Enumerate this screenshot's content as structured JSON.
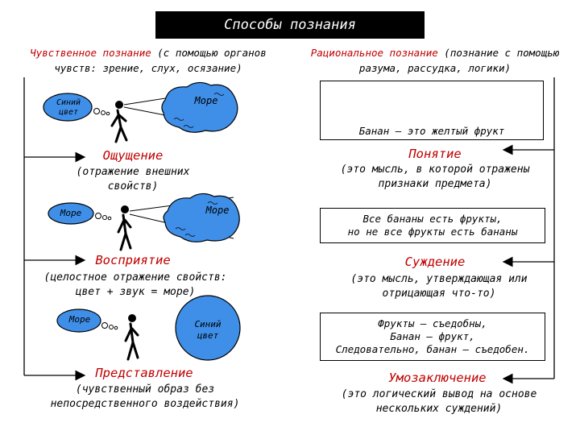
{
  "title": "Способы познания",
  "left": {
    "header_term": "Чувственное познание",
    "header_rest": " (с помощью органов чувств: зрение, слух, осязание)",
    "scene1": {
      "bubble": "Синий цвет",
      "cloud": "Море"
    },
    "level1": {
      "term": "Ощущение",
      "desc": "(отражение внешних свойств)"
    },
    "scene2": {
      "bubble": "Море",
      "cloud": "Море"
    },
    "level2": {
      "term": "Восприятие",
      "desc": "(целостное отражение свойств: цвет + звук = море)"
    },
    "scene3": {
      "bubble": "Море",
      "cloud": "Синий цвет"
    },
    "level3": {
      "term": "Представление",
      "desc": "(чувственный образ без непосредственного воздействия)"
    }
  },
  "right": {
    "header_term": "Рациональное познание",
    "header_rest": " (познание с помощью разума, рассудка, логики)",
    "box1": "Банан – это желтый фрукт",
    "level1": {
      "term": "Понятие",
      "desc": "(это мысль, в которой отражены признаки предмета)"
    },
    "box2": [
      "Все бананы есть фрукты,",
      "но не все фрукты есть бананы"
    ],
    "level2": {
      "term": "Суждение",
      "desc": "(это мысль, утверждающая или отрицающая что-то)"
    },
    "box3": [
      "Фрукты – съедобны,",
      "Банан – фрукт,",
      "Следовательно, банан – съедобен."
    ],
    "level3": {
      "term": "Умозаключение",
      "desc": "(это логический вывод на основе нескольких суждений)"
    }
  },
  "colors": {
    "term_red": "#c00000",
    "cloud_blue": "#3f8fe8",
    "banana": "#f2c21a"
  }
}
